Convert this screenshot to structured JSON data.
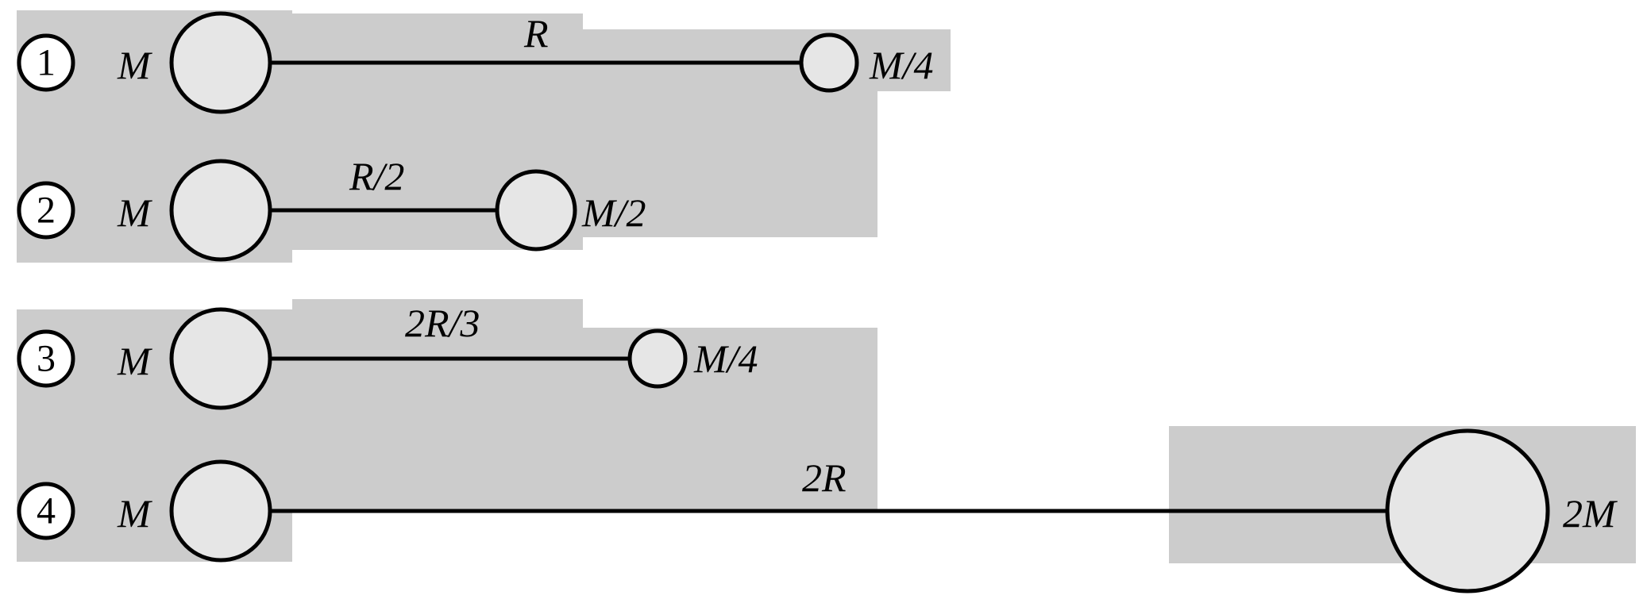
{
  "rows": [
    {
      "number": "1",
      "left_mass": "M",
      "distance": "R",
      "right_mass": "M/4"
    },
    {
      "number": "2",
      "left_mass": "M",
      "distance": "R/2",
      "right_mass": "M/2"
    },
    {
      "number": "3",
      "left_mass": "M",
      "distance": "2R/3",
      "right_mass": "M/4"
    },
    {
      "number": "4",
      "left_mass": "M",
      "distance": "2R",
      "right_mass": "2M"
    }
  ],
  "colors": {
    "background_panel": "#cccccc",
    "mass_fill": "#e6e6e6",
    "line": "#000000"
  }
}
